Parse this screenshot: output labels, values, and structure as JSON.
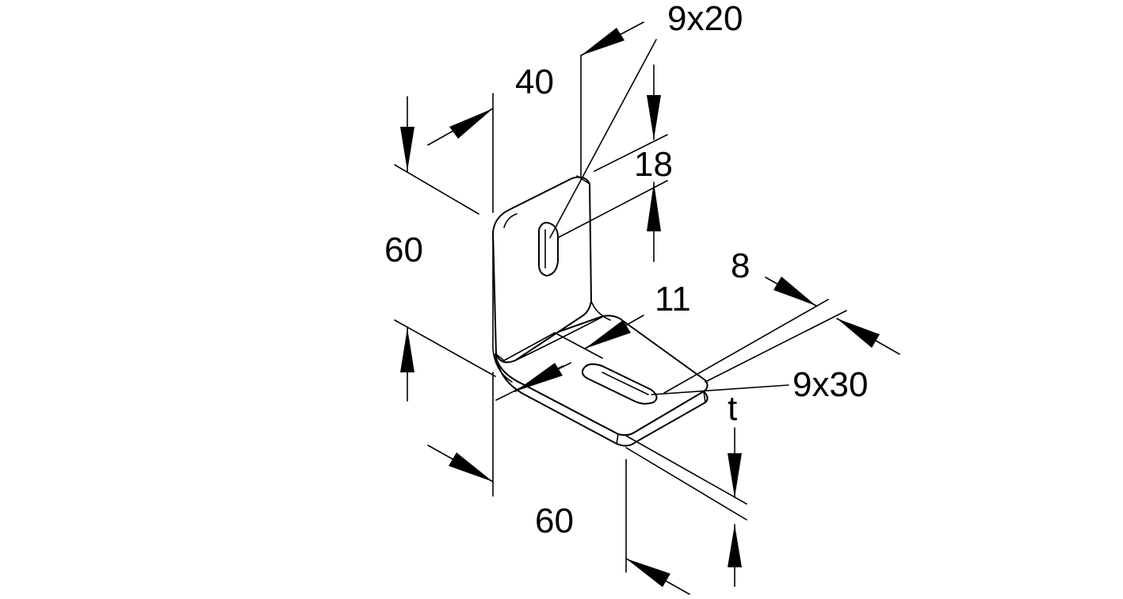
{
  "diagram": {
    "dimensions": {
      "slot_upright": "9x20",
      "width_upright": "40",
      "slot_offset": "18",
      "height": "60",
      "flange_width": "8",
      "slot_pos_base": "11",
      "slot_base": "9x30",
      "thickness": "t",
      "length_base": "60"
    }
  }
}
